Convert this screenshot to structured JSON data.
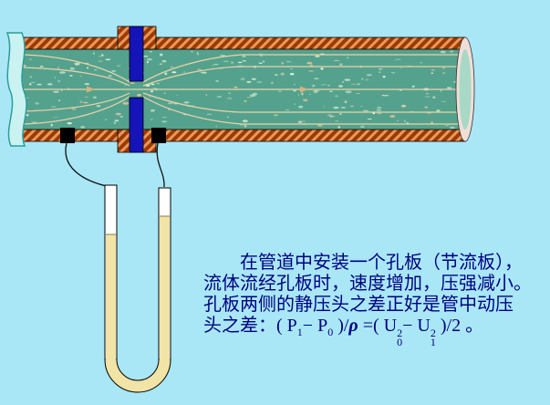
{
  "colors": {
    "background": "#a9e7f7",
    "pipe_wall_base": "#9c3a00",
    "pipe_wall_hatch": "#e8995b",
    "fluid": "#54a28d",
    "fluid_speckle": "#dcecd0",
    "flow_line": "#ecd2a8",
    "orifice_plate": "#1414b8",
    "tap_black": "#000000",
    "manometer_liquid": "#f2e3a6",
    "text_navy": "#000080",
    "pipe_break": "#c9f2f1"
  },
  "text": {
    "line1": "在管道中安装一个孔板（节流板），",
    "line2": "流体流经孔板时，速度增加，压强减小。",
    "line3": "孔板两侧的静压头之差正好是管中动压",
    "line4": {
      "head": "头之差：( P",
      "sub_1": "1",
      "minus_p": "− P",
      "sub_0": "0",
      "close_div": " )/",
      "rho": "ρ",
      "eq_open": " =( U",
      "u0_sup": "2",
      "u0_sub": "0",
      "minus_u": "− U",
      "u1_sup": "2",
      "u1_sub": "1",
      "tail": " )/2 。"
    }
  }
}
